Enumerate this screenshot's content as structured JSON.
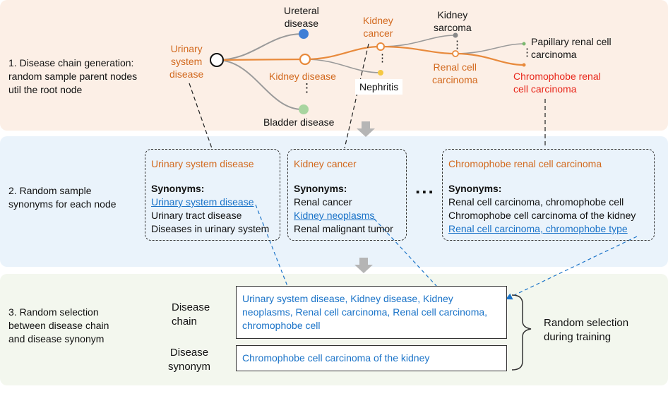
{
  "steps": {
    "s1": "1. Disease chain generation:\nrandom sample parent nodes\nutil the root node",
    "s2": "2. Random sample\nsynonyms for each node",
    "s3": "3. Random selection\nbetween disease chain\nand disease synonym"
  },
  "tree": {
    "root": "Urinary\nsystem\ndisease",
    "ureteral": "Ureteral\ndisease",
    "kidney_disease": "Kidney disease",
    "bladder": "Bladder disease",
    "kidney_cancer": "Kidney\ncancer",
    "nephritis": "Nephritis",
    "kidney_sarcoma": "Kidney\nsarcoma",
    "renal_cell": "Renal cell\ncarcinoma",
    "papillary": "Papillary renal cell\ncarcinoma",
    "chromophobe": "Chromophobe renal\ncell carcinoma",
    "ellipsis": "⋮"
  },
  "boxes": [
    {
      "title": "Urinary system disease",
      "syn_label": "Synonyms:",
      "synonyms": [
        "Urinary system disease",
        "Urinary tract disease",
        "Diseases in urinary system"
      ]
    },
    {
      "title": "Kidney cancer",
      "syn_label": "Synonyms:",
      "synonyms": [
        "Renal cancer",
        "Kidney neoplasms",
        "Renal malignant tumor"
      ]
    },
    {
      "title": "Chromophobe renal cell carcinoma",
      "syn_label": "Synonyms:",
      "synonyms": [
        "Renal cell carcinoma, chromophobe cell",
        "Chromophobe cell carcinoma of the kidney",
        "Renal cell carcinoma, chromophobe type"
      ]
    }
  ],
  "between_dots": "...",
  "output": {
    "chain_label": "Disease\nchain",
    "chain_text": "Urinary system disease, Kidney disease, Kidney neoplasms, Renal cell carcinoma, Renal cell carcinoma, chromophobe cell",
    "synonym_label": "Disease\nsynonym",
    "synonym_text": "Chromophobe cell carcinoma of the kidney",
    "random_selection": "Random selection\nduring training"
  },
  "colors": {
    "orange": "#d2691e",
    "red": "#e8261a",
    "blue": "#1a73c8",
    "gray": "#999999",
    "ureteral_node": "#3f7fd6",
    "nephritis_node": "#f5c842",
    "bladder_node": "#a8d5a0"
  }
}
